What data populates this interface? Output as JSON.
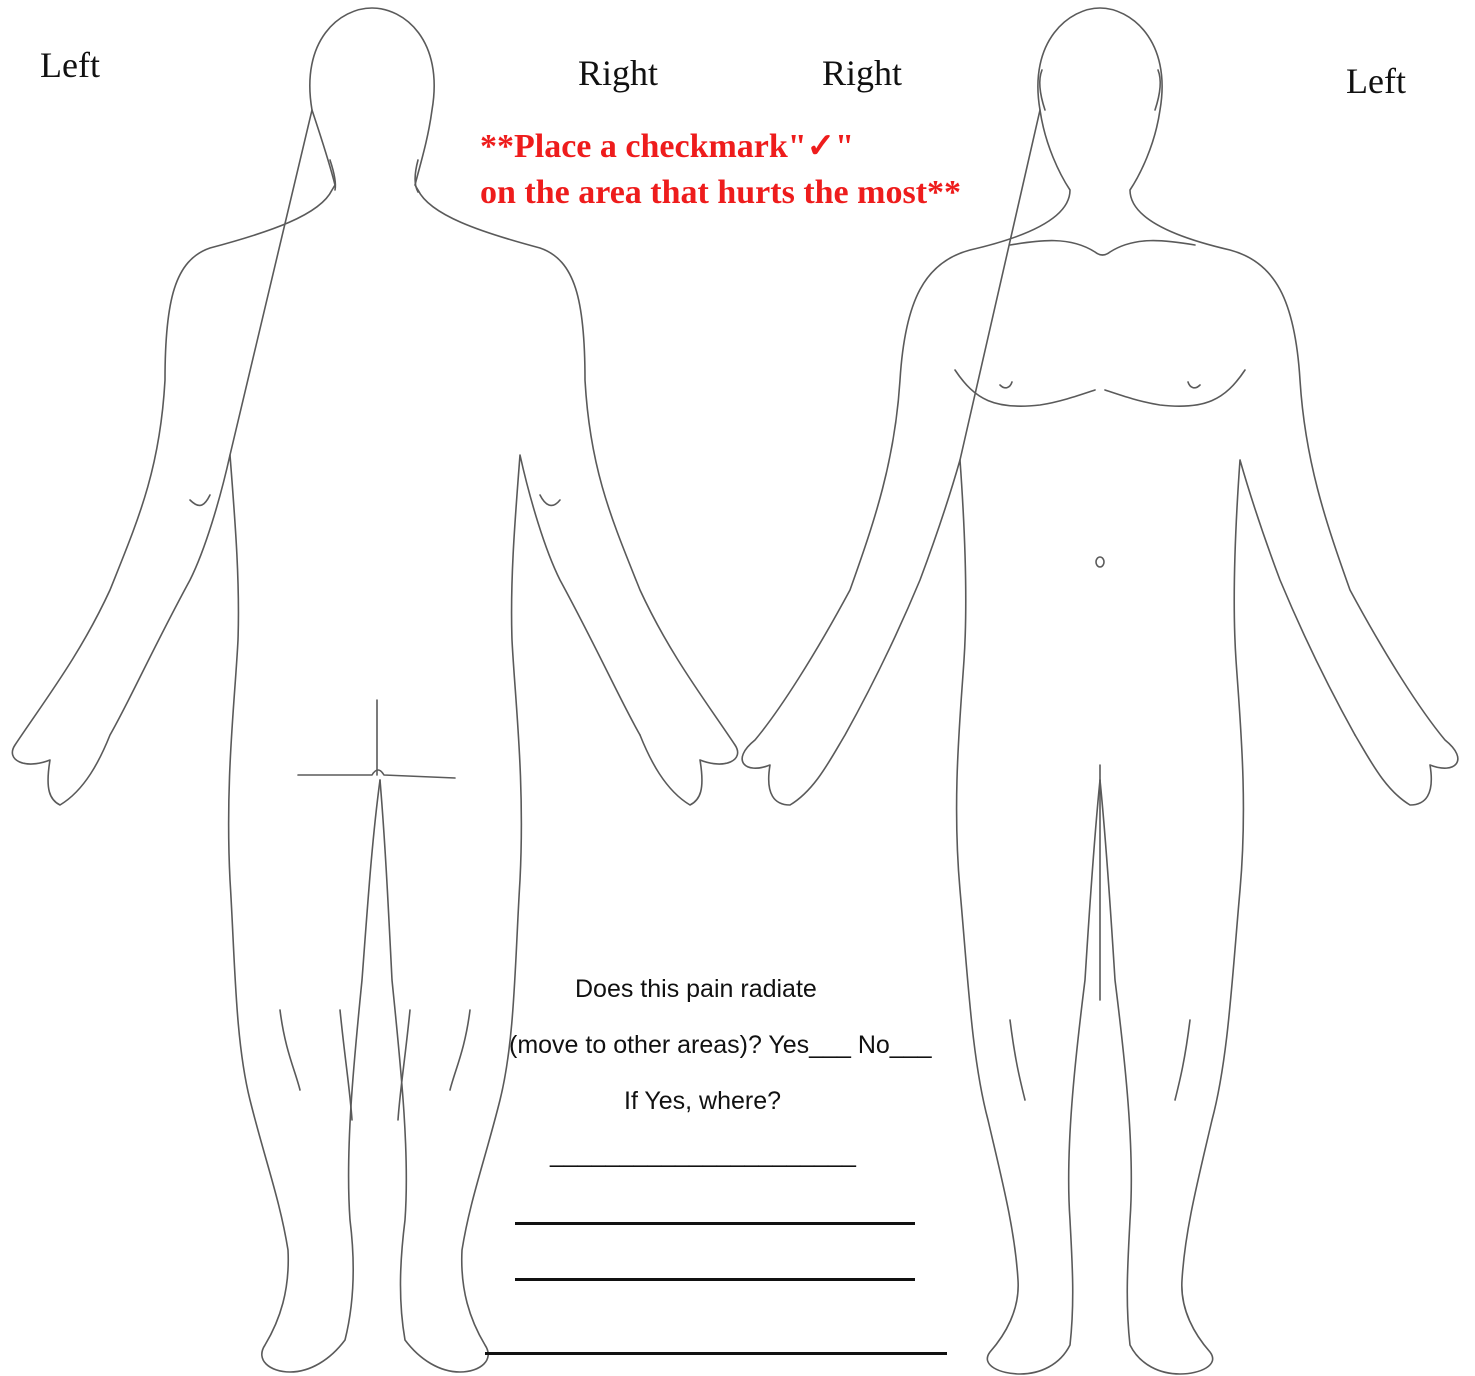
{
  "figure": {
    "back_view": {
      "left_label": "Left",
      "right_label": "Right"
    },
    "front_view": {
      "right_label": "Right",
      "left_label": "Left"
    }
  },
  "instruction": {
    "line1": "**Place a checkmark\"✓\"",
    "line2": "on the area that hurts the most**",
    "color": "#ee1c1c"
  },
  "question": {
    "line1": "Does this pain radiate",
    "line2": "(move to other areas)? Yes___ No___",
    "line3": "If Yes, where?",
    "blank_line": "______________________"
  }
}
